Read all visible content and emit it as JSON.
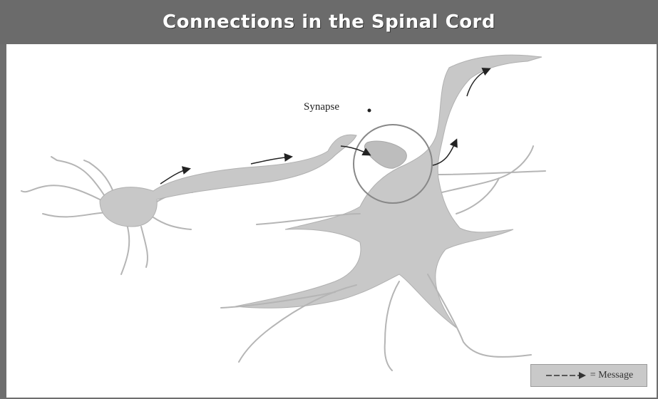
{
  "title": "Connections in the Spinal Cord",
  "labels": {
    "synapse": "Synapse"
  },
  "legend": {
    "text": "= Message"
  },
  "colors": {
    "title_bar": "#6b6b6b",
    "neuron_fill": "#c8c8c8",
    "circle_stroke": "#888888",
    "arrow": "#222222"
  }
}
